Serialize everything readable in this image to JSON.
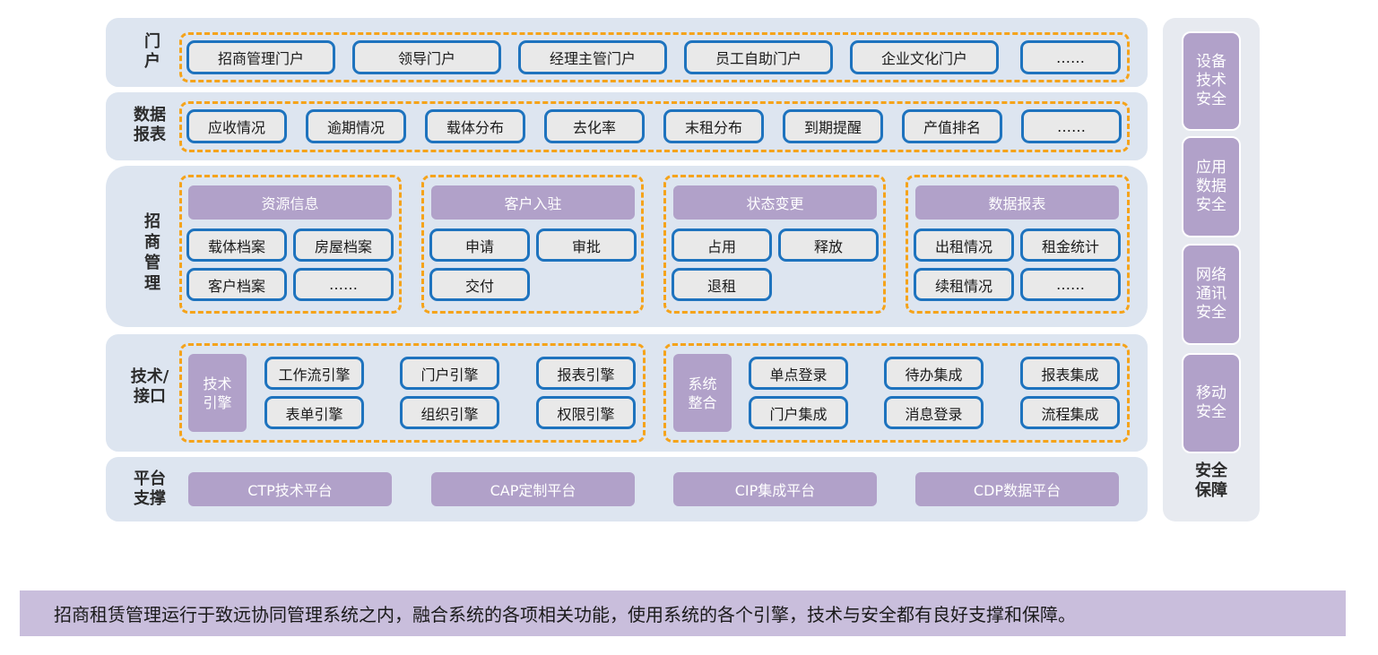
{
  "rows": {
    "portal": {
      "label": "门\n户",
      "items": [
        "招商管理门户",
        "领导门户",
        "经理主管门户",
        "员工自助门户",
        "企业文化门户",
        "……"
      ]
    },
    "report": {
      "label": "数据\n报表",
      "items": [
        "应收情况",
        "逾期情况",
        "载体分布",
        "去化率",
        "末租分布",
        "到期提醒",
        "产值排名",
        "……"
      ]
    },
    "invest": {
      "label": "招\n商\n管\n理",
      "groups": [
        {
          "title": "资源信息",
          "items": [
            "载体档案",
            "房屋档案",
            "客户档案",
            "……"
          ]
        },
        {
          "title": "客户入驻",
          "items": [
            "申请",
            "审批",
            "交付"
          ]
        },
        {
          "title": "状态变更",
          "items": [
            "占用",
            "释放",
            "退租"
          ]
        },
        {
          "title": "数据报表",
          "items": [
            "出租情况",
            "租金统计",
            "续租情况",
            "……"
          ]
        }
      ]
    },
    "tech": {
      "label": "技术/\n接口",
      "groups": [
        {
          "title": "技术\n引擎",
          "items": [
            "工作流引擎",
            "门户引擎",
            "报表引擎",
            "表单引擎",
            "组织引擎",
            "权限引擎"
          ]
        },
        {
          "title": "系统\n整合",
          "items": [
            "单点登录",
            "待办集成",
            "报表集成",
            "门户集成",
            "消息登录",
            "流程集成"
          ]
        }
      ]
    },
    "platform": {
      "label": "平台\n支撑",
      "items": [
        "CTP技术平台",
        "CAP定制平台",
        "CIP集成平台",
        "CDP数据平台"
      ]
    }
  },
  "security": {
    "items": [
      "设备\n技术\n安全",
      "应用\n数据\n安全",
      "网络\n通讯\n安全",
      "移动\n安全"
    ],
    "label": "安全\n保障"
  },
  "caption": "招商租赁管理运行于致远协同管理系统之内，融合系统的各项相关功能，使用系统的各个引擎，技术与安全都有良好支撑和保障。",
  "colors": {
    "band": "#dde5f0",
    "dashed_border": "#f5a31a",
    "pill_border": "#1e73be",
    "pill_fill": "#e9e9e9",
    "purple": "#b1a1c9",
    "caption_bg": "#c9bedc"
  }
}
